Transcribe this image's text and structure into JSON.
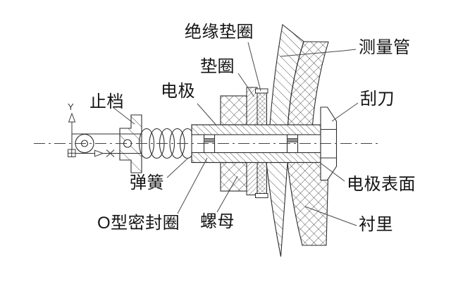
{
  "figure_type": "engineering-section-diagram",
  "labels": {
    "stop": "止档",
    "electrode": "电极",
    "washer": "垫圈",
    "insulating_washer": "绝缘垫圈",
    "measuring_tube": "测量管",
    "scraper": "刮刀",
    "electrode_surface": "电极表面",
    "lining": "衬里",
    "spring": "弹簧",
    "o_ring_seal": "O型密封圈",
    "nut": "螺母"
  },
  "axis": {
    "y": "Y",
    "x": "×"
  },
  "colors": {
    "background": "#ffffff",
    "line": "#2e2e2e",
    "leader": "#4a4a4a",
    "seal_fill": "#919191"
  }
}
